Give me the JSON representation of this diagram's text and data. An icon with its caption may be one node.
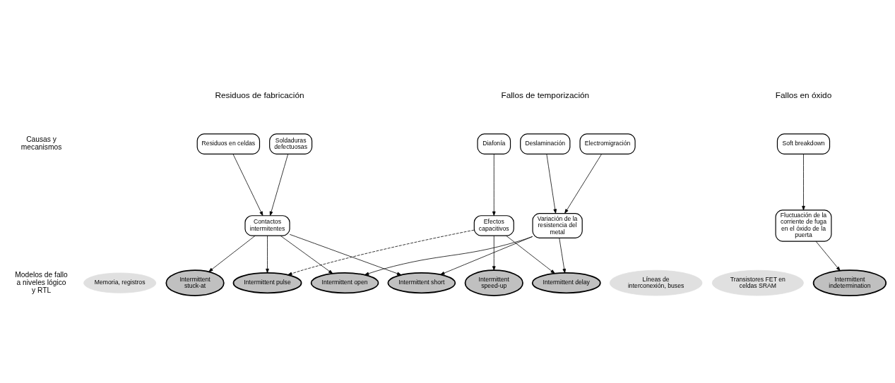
{
  "diagram": {
    "nodes": [
      {
        "text": [
          "Residuos en celdas"
        ]
      },
      {
        "text": [
          "Soldaduras defectuosas"
        ]
      },
      {
        "text": [
          "Deslaminación"
        ]
      },
      {
        "text": [
          "Electromigración"
        ]
      },
      {
        "text": [
          "Diafonía"
        ]
      },
      {
        "text": [
          "Soft breakdown"
        ]
      },
      {
        "text": [
          "Contactos intermitentes"
        ]
      },
      {
        "text": [
          "Variación de la resistencia del metal"
        ]
      },
      {
        "text": [
          "Efectos capacitivos"
        ]
      },
      {
        "text": [
          "Fluctuación de la corriente de fuga en el óxido de la puerta"
        ]
      },
      {
        "text": [
          "Memoria, registros"
        ]
      },
      {
        "text": [
          "Líneas de interconexión, buses"
        ]
      },
      {
        "text": [
          "Transistores FET en celdas SRAM"
        ]
      },
      {
        "text": [
          "Intermittent stuck-at"
        ]
      },
      {
        "text": [
          "Intermittent pulse"
        ]
      },
      {
        "text": [
          "Intermittent short"
        ]
      },
      {
        "text": [
          "Intermittent open"
        ]
      },
      {
        "text": [
          "Intermittent delay"
        ]
      },
      {
        "text": [
          "Intermittent speed-up"
        ]
      },
      {
        "text": [
          "Intermittent indetermination"
        ]
      }
    ],
    "edges": [
      {
        "from": 0,
        "to": 6,
        "arrow": "to"
      },
      {
        "from": 1,
        "to": 6,
        "arrow": "to"
      },
      {
        "from": 2,
        "to": 7,
        "arrow": "to"
      },
      {
        "from": 3,
        "to": 7,
        "arrow": "to"
      },
      {
        "from": 4,
        "to": 8,
        "arrow": "to"
      },
      {
        "from": 5,
        "to": 9,
        "arrow": "to"
      },
      {
        "from": 6,
        "to": 13,
        "arrow": "to"
      },
      {
        "from": 6,
        "to": 14,
        "arrow": "to"
      },
      {
        "from": 6,
        "to": 15,
        "arrow": "to"
      },
      {
        "from": 6,
        "to": 16,
        "arrow": "to"
      },
      {
        "from": 7,
        "to": 15,
        "arrow": "to"
      },
      {
        "from": 7,
        "to": 16,
        "arrow": "to"
      },
      {
        "from": 7,
        "to": 17,
        "arrow": "to"
      },
      {
        "from": 8,
        "to": 14,
        "arrow": "to",
        "style": "dashed"
      },
      {
        "from": 8,
        "to": 17,
        "arrow": "to"
      },
      {
        "from": 8,
        "to": 18,
        "arrow": "to"
      },
      {
        "from": 9,
        "to": 19,
        "arrow": "to"
      }
    ],
    "labels": [
      "Residuos de fabricación",
      "Fallos de temporización",
      "Fallos en óxido",
      "Causas y mecanismos",
      "Modelos de fallo a niveles lógico y RTL"
    ]
  }
}
